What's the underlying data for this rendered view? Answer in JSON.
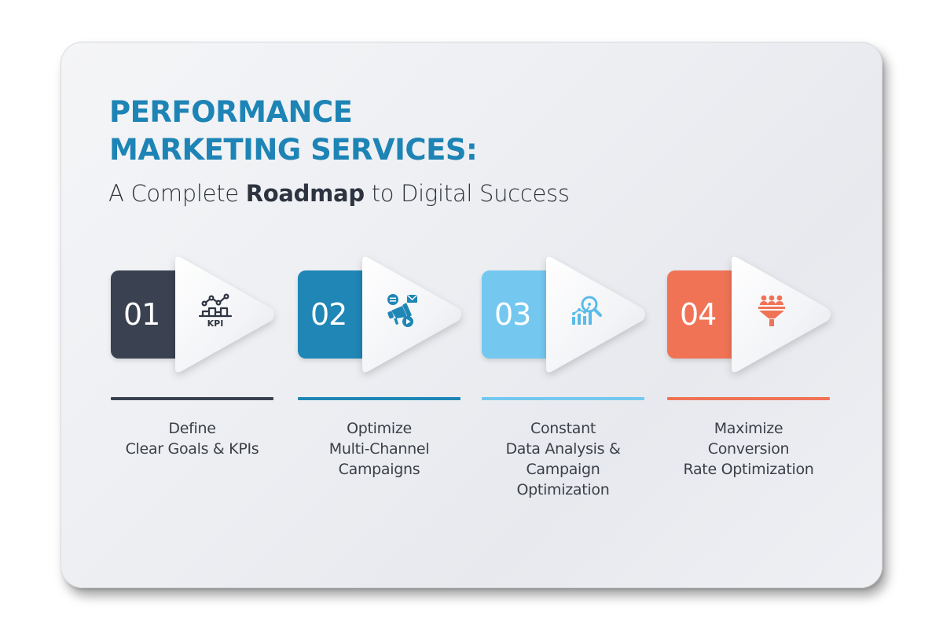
{
  "header": {
    "title_line1": "PERFORMANCE",
    "title_line2": "MARKETING SERVICES:",
    "subtitle_pre": "A Complete ",
    "subtitle_bold": "Roadmap",
    "subtitle_post": " to Digital Success"
  },
  "colors": {
    "title": "#1d84b5",
    "text": "#3b3f46",
    "step1": "#3a4150",
    "step2": "#1f86b6",
    "step3": "#74c8ef",
    "step4": "#f07356"
  },
  "steps": [
    {
      "number": "01",
      "icon": "kpi-chart-icon",
      "color": "#3a4150",
      "label_lines": [
        "Define",
        "Clear Goals & KPIs"
      ]
    },
    {
      "number": "02",
      "icon": "multichannel-megaphone-icon",
      "color": "#1f86b6",
      "label_lines": [
        "Optimize",
        "Multi-Channel",
        "Campaigns"
      ]
    },
    {
      "number": "03",
      "icon": "data-analysis-magnifier-icon",
      "color": "#74c8ef",
      "label_lines": [
        "Constant",
        "Data Analysis &",
        "Campaign",
        "Optimization"
      ]
    },
    {
      "number": "04",
      "icon": "conversion-funnel-icon",
      "color": "#f07356",
      "label_lines": [
        "Maximize",
        "Conversion",
        "Rate Optimization"
      ]
    }
  ]
}
